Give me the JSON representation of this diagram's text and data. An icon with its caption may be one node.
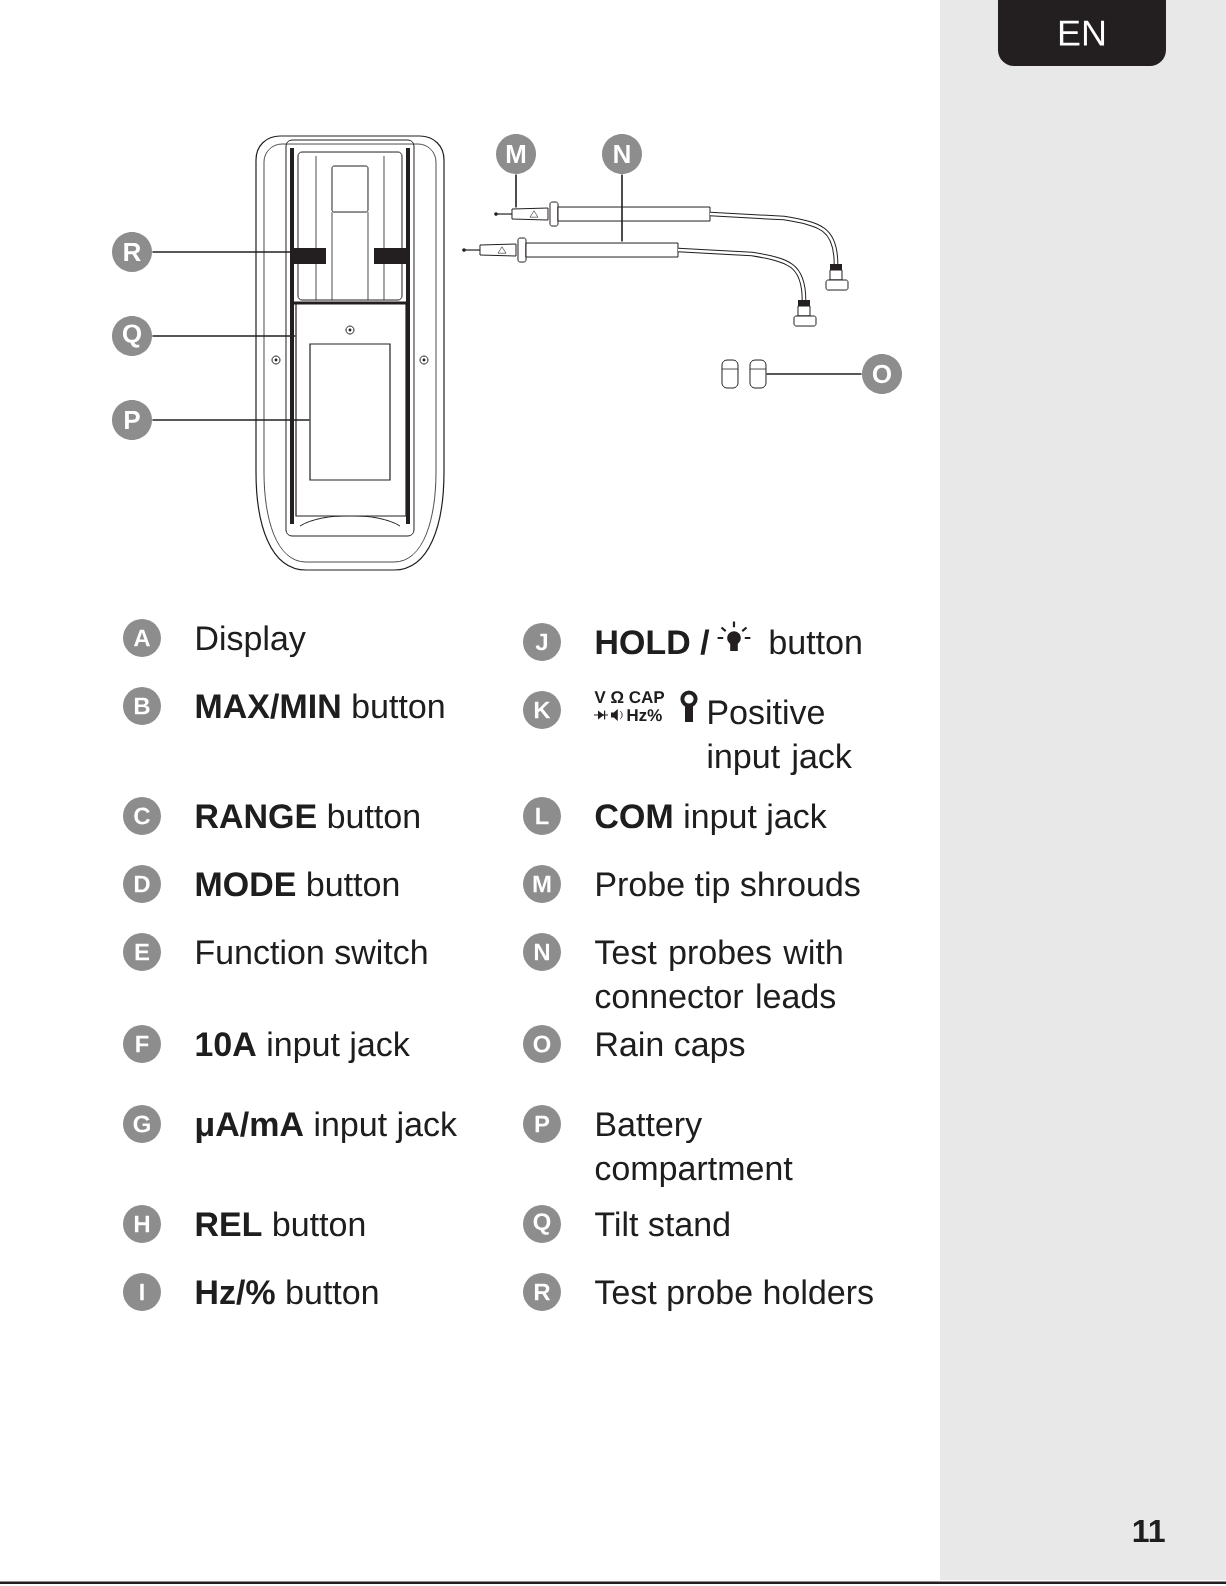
{
  "diagram": {
    "nodes": [
      {
        "text": [
          "EN"
        ]
      },
      {
        "text": [
          "M"
        ]
      },
      {
        "text": [
          "N"
        ]
      },
      {
        "text": [
          "R"
        ]
      },
      {
        "text": [
          "Q"
        ]
      },
      {
        "text": [
          "O"
        ]
      },
      {
        "text": [
          "P"
        ]
      },
      {
        "text": [],
        "shape": "bar"
      },
      {
        "text": [],
        "shape": "box"
      },
      {
        "text": [],
        "shape": "box",
        "in": 8
      },
      {
        "text": [],
        "shape": "picture"
      },
      {
        "text": [],
        "shape": "picture"
      },
      {
        "text": [],
        "shape": "picture"
      },
      {
        "text": [
          "A"
        ],
        "beside": [
          "Display"
        ]
      },
      {
        "text": [
          "B"
        ],
        "beside": [
          "**MAX/MIN** button"
        ]
      },
      {
        "text": [
          "C"
        ],
        "beside": [
          "**RANGE** button"
        ]
      },
      {
        "text": [
          "D"
        ],
        "beside": [
          "**MODE** button"
        ]
      },
      {
        "text": [
          "E"
        ],
        "beside": [
          "Function switch"
        ]
      },
      {
        "text": [
          "F"
        ],
        "beside": [
          "**10A** input jack"
        ]
      },
      {
        "text": [
          "G"
        ],
        "beside": [
          "**μA/mA** input jack"
        ]
      },
      {
        "text": [
          "H"
        ],
        "beside": [
          "**REL** button"
        ]
      },
      {
        "text": [
          "I"
        ],
        "beside": [
          "**Hz/%** button"
        ]
      },
      {
        "text": [
          "J"
        ],
        "beside": [
          "HOLD /",
          "button"
        ]
      },
      {
        "text": [
          "K"
        ],
        "beside": [
          "V Ω CAP",
          "Hz%",
          "Positive input jack"
        ]
      },
      {
        "text": [
          "L"
        ],
        "beside": [
          "**COM** input jack"
        ]
      },
      {
        "text": [
          "M"
        ],
        "beside": [
          "Probe tip shrouds"
        ]
      },
      {
        "text": [
          "N"
        ],
        "beside": [
          "Test probes with connector leads"
        ]
      },
      {
        "text": [
          "O"
        ],
        "beside": [
          "Rain caps"
        ]
      },
      {
        "text": [
          "P"
        ],
        "beside": [
          "Battery compartment"
        ]
      },
      {
        "text": [
          "Q"
        ],
        "beside": [
          "Tilt stand"
        ]
      },
      {
        "text": [
          "R"
        ],
        "beside": [
          "Test probe holders"
        ]
      }
    ],
    "edges": [
      {
        "from": 1,
        "to": 10,
        "arrow": "none"
      },
      {
        "from": 2,
        "to": 11,
        "arrow": "none"
      },
      {
        "from": 3,
        "to": 7,
        "arrow": "none"
      },
      {
        "from": 4,
        "to": 8,
        "arrow": "none"
      },
      {
        "from": 5,
        "to": 12,
        "arrow": "none"
      },
      {
        "from": 6,
        "to": 9,
        "arrow": "none"
      }
    ],
    "labels": [
      "11"
    ]
  }
}
